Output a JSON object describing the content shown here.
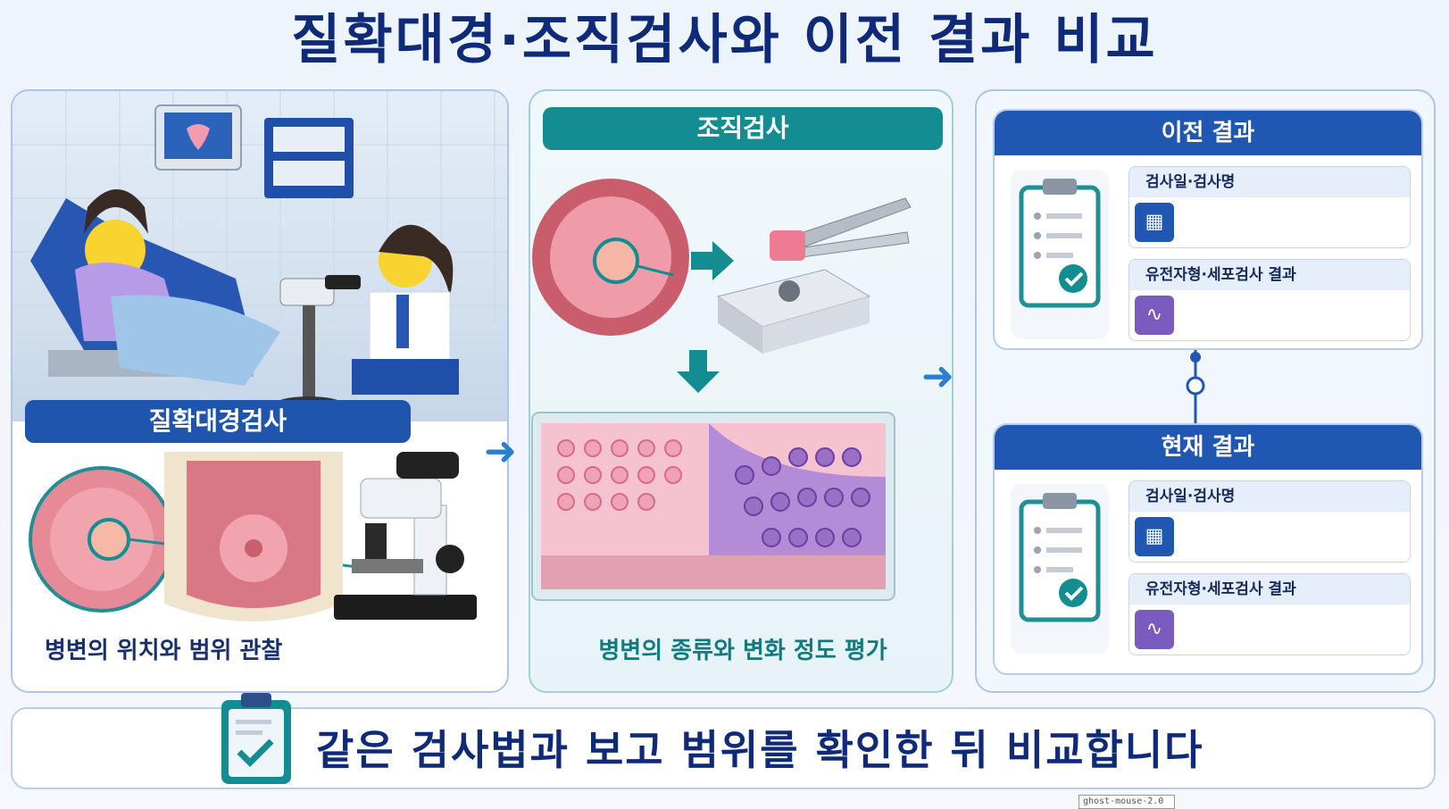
{
  "title": "질확대경·조직검사와 이전 결과 비교",
  "colposcopy": {
    "label": "질확대경검사",
    "caption": "병변의 위치와 범위 관찰"
  },
  "biopsy": {
    "label": "조직검사",
    "caption": "병변의 종류와 변화 정도 평가"
  },
  "results": {
    "previous": {
      "header": "이전 결과",
      "field1": "검사일·검사명",
      "field2": "유전자형·세포검사 결과"
    },
    "current": {
      "header": "현재 결과",
      "field1": "검사일·검사명",
      "field2": "유전자형·세포검사 결과"
    }
  },
  "bottom_message": "같은 검사법과 보고 범위를 확인한 뒤 비교합니다",
  "corner_tag": "ghost-mouse-2.0",
  "colors": {
    "title": "#0f2a78",
    "blue_label": "#1f55ad",
    "teal_label": "#138d92",
    "arrow": "#2b7fd0",
    "calendar_icon": "#1f57b3",
    "dna_icon": "#7a5cc0"
  },
  "icons": [
    "clipboard-check-icon",
    "calendar-icon",
    "dna-icon",
    "right-arrow-icon",
    "down-arrow-icon",
    "microscope-icon",
    "tweezers-icon"
  ]
}
